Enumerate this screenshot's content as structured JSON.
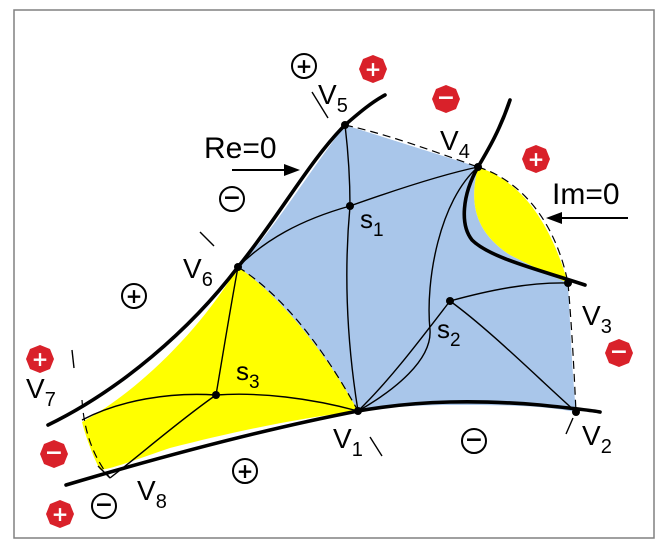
{
  "figure": {
    "labels": {
      "re_zero": "Re=0",
      "im_zero": "Im=0"
    },
    "vertices": {
      "v1": {
        "main": "V",
        "sub": "1"
      },
      "v2": {
        "main": "V",
        "sub": "2"
      },
      "v3": {
        "main": "V",
        "sub": "3"
      },
      "v4": {
        "main": "V",
        "sub": "4"
      },
      "v5": {
        "main": "V",
        "sub": "5"
      },
      "v6": {
        "main": "V",
        "sub": "6"
      },
      "v7": {
        "main": "V",
        "sub": "7"
      },
      "v8": {
        "main": "V",
        "sub": "8"
      }
    },
    "saddles": {
      "s1": {
        "main": "s",
        "sub": "1"
      },
      "s2": {
        "main": "s",
        "sub": "2"
      },
      "s3": {
        "main": "s",
        "sub": "3"
      }
    },
    "signs": {
      "plus": "+",
      "minus": "−"
    },
    "colors": {
      "blue_region": "#a9c6ea",
      "yellow_region": "#ffff00",
      "red_marker": "#d9212a",
      "border": "#7f7f7f"
    }
  }
}
